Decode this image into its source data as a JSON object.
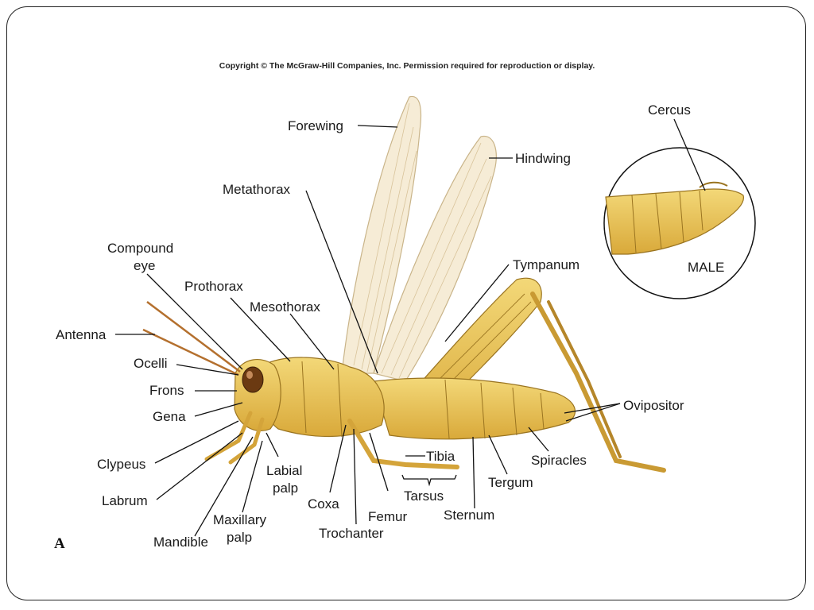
{
  "copyright": "Copyright © The McGraw-Hill Companies, Inc. Permission required for reproduction or display.",
  "panel_letter": "A",
  "labels": {
    "forewing": "Forewing",
    "hindwing": "Hindwing",
    "metathorax": "Metathorax",
    "compound_eye_1": "Compound",
    "compound_eye_2": "eye",
    "prothorax": "Prothorax",
    "mesothorax": "Mesothorax",
    "tympanum": "Tympanum",
    "antenna": "Antenna",
    "ocelli": "Ocelli",
    "frons": "Frons",
    "gena": "Gena",
    "clypeus": "Clypeus",
    "labrum": "Labrum",
    "mandible": "Mandible",
    "maxillary_palp_1": "Maxillary",
    "maxillary_palp_2": "palp",
    "labial_palp_1": "Labial",
    "labial_palp_2": "palp",
    "coxa": "Coxa",
    "trochanter": "Trochanter",
    "femur": "Femur",
    "tibia": "Tibia",
    "tarsus": "Tarsus",
    "sternum": "Sternum",
    "tergum": "Tergum",
    "spiracles": "Spiracles",
    "ovipositor": "Ovipositor"
  },
  "inset": {
    "cercus": "Cercus",
    "male": "MALE"
  },
  "colors": {
    "body": "#e9c55a",
    "body_dark": "#b98a22",
    "wing": "#f6ecd6",
    "eye": "#6b3a12"
  }
}
